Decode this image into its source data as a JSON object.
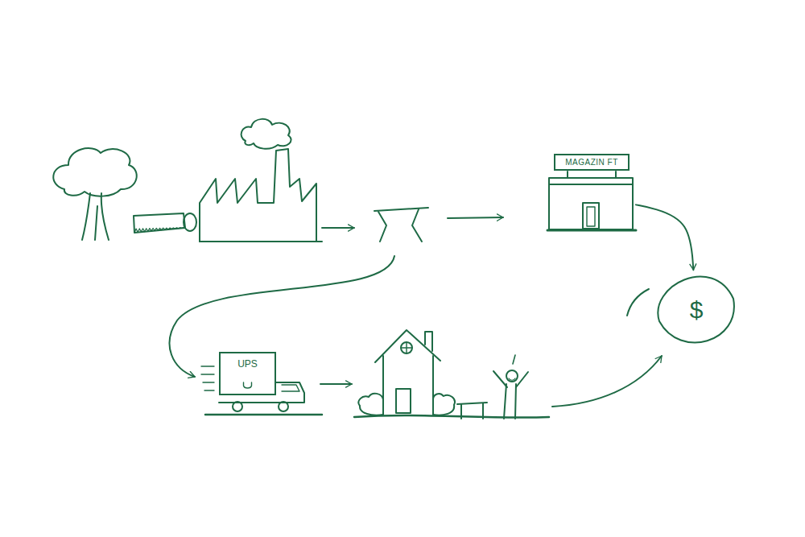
{
  "diagram": {
    "nodes": [
      {
        "text": [
          "MAGAZIN FT"
        ]
      },
      {
        "text": [
          "$"
        ]
      },
      {
        "text": [
          "UPS"
        ]
      }
    ],
    "edges": [
      {
        "from": 0,
        "to": 1,
        "arrow": "to"
      }
    ]
  }
}
